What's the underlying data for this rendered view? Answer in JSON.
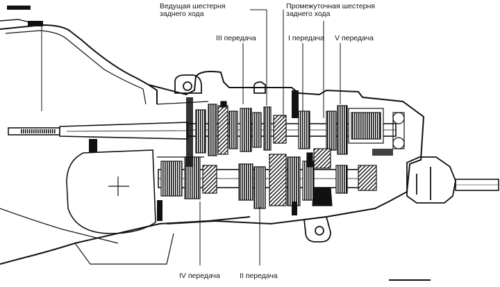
{
  "labels": {
    "reverse_drive_gear": "Ведущая шестерня\nзаднего хода",
    "reverse_idler_gear": "Промежуточная шестерня\nзаднего хода",
    "third_gear": "III передача",
    "first_gear": "I передача",
    "fifth_gear": "V передача",
    "fourth_gear": "IV передача",
    "second_gear": "II передача"
  },
  "colors": {
    "ink": "#111111",
    "paper": "#ffffff",
    "shade": "#4a4a4a"
  }
}
